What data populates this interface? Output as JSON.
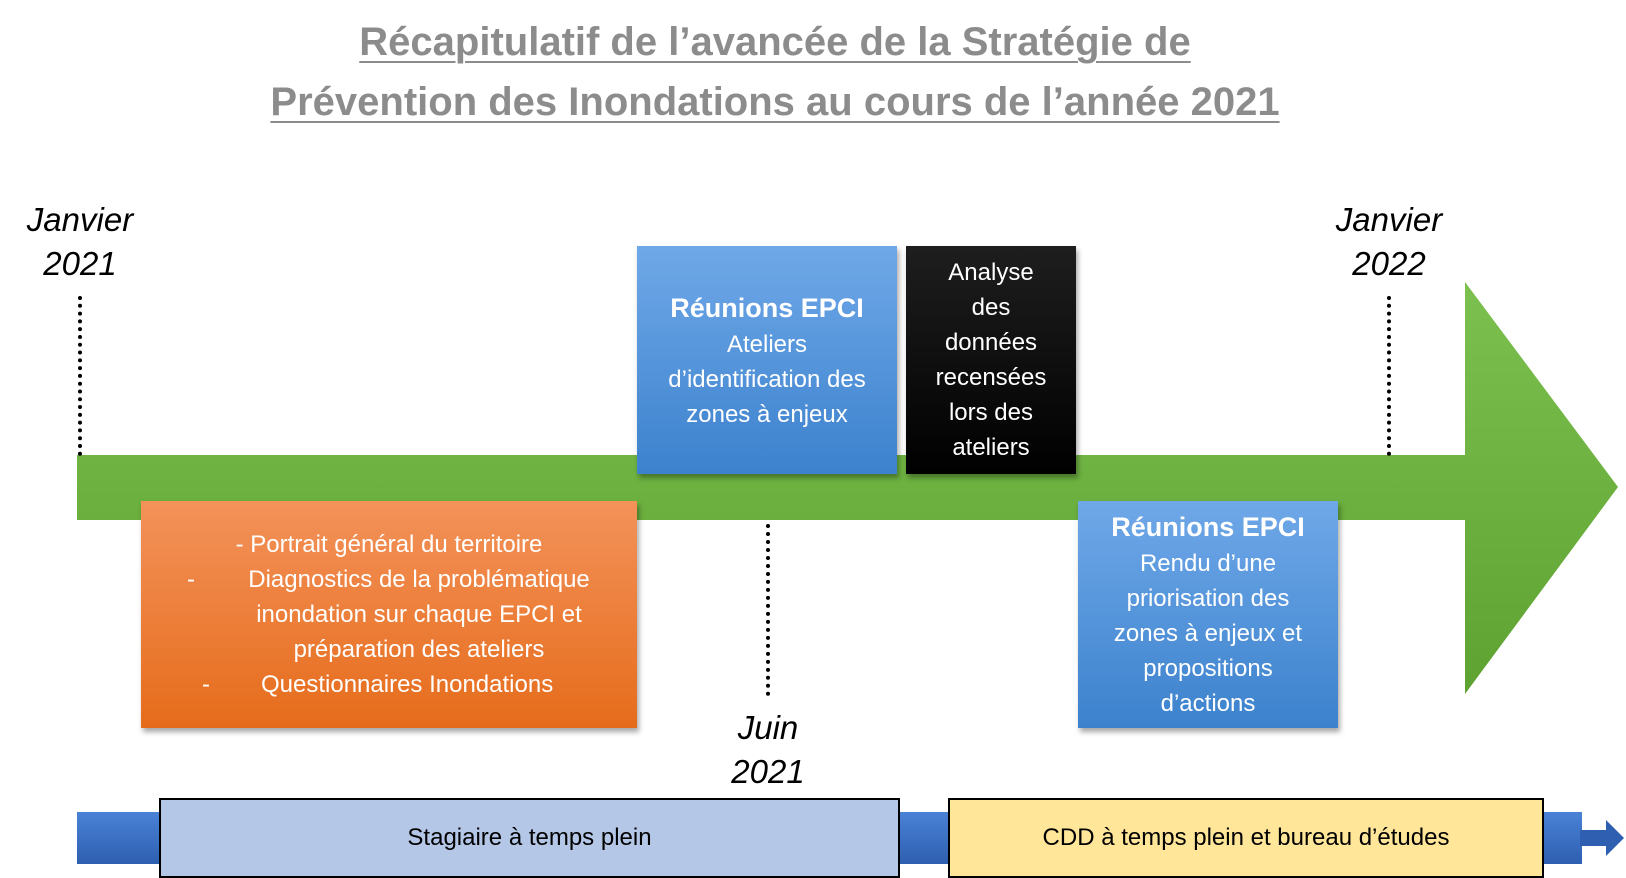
{
  "title": {
    "line1": "Récapitulatif de l’avancée de la Stratégie de",
    "line2": "Prévention des Inondations au cours de l’année 2021"
  },
  "dates": {
    "start": {
      "month": "Janvier",
      "year": "2021"
    },
    "mid": {
      "month": "Juin",
      "year": "2021"
    },
    "end": {
      "month": "Janvier",
      "year": "2022"
    }
  },
  "boxes": {
    "reunions1": {
      "heading": "Réunions EPCI",
      "lines": [
        "Ateliers",
        "d’identification des",
        "zones à enjeux"
      ]
    },
    "analyse": {
      "lines": [
        "Analyse",
        "des",
        "données",
        "recensées",
        "lors des",
        "ateliers"
      ]
    },
    "diagnostics": {
      "first": "- Portrait général du territoire",
      "items": [
        {
          "dash": "-",
          "lines": [
            "Diagnostics de la problématique",
            "inondation sur chaque EPCI et",
            "préparation des ateliers"
          ]
        },
        {
          "dash": "-",
          "lines": [
            "Questionnaires Inondations"
          ]
        }
      ]
    },
    "reunions2": {
      "heading": "Réunions EPCI",
      "lines": [
        "Rendu d’une",
        "priorisation des",
        "zones à enjeux et",
        "propositions",
        "d’actions"
      ]
    }
  },
  "periods": {
    "stagiaire": "Stagiaire à temps plein",
    "cdd": "CDD à temps plein et bureau d’études"
  },
  "colors": {
    "arrow": "#6ab23e",
    "blue_box": "#4a90d9",
    "orange_box": "#ee7a2e",
    "stagiaire_fill": "#b4c7e7",
    "cdd_fill": "#ffe699",
    "bottom_bar": "#3a6fc4"
  }
}
